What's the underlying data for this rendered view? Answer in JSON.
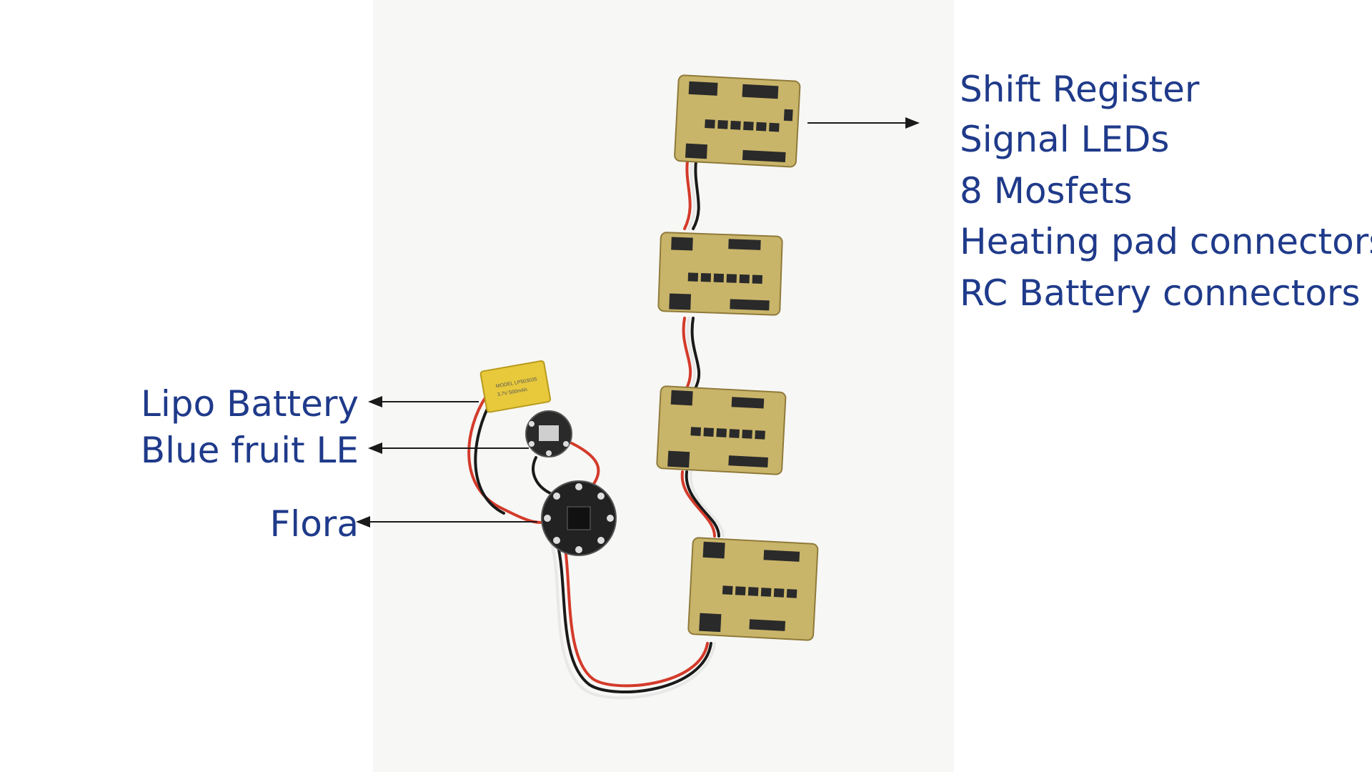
{
  "right_labels": [
    "Shift Register",
    "Signal LEDs",
    "8 Mosfets",
    "Heating pad connectors",
    "RC Battery connectors"
  ],
  "left_labels": {
    "lipo": "Lipo Battery",
    "bluefruit": "Blue fruit LE",
    "flora": "Flora"
  },
  "battery_label": {
    "line1": "MODEL LP503035",
    "line2": "3.7V 500mAh"
  },
  "colors": {
    "text": "#1f3a8a",
    "photo_bg": "#f7f7f5",
    "pcb": "#c9b56a",
    "pcb_edge": "#8f7a3a",
    "wire_red": "#d43a2a",
    "wire_black": "#1a1a1a",
    "wire_white": "#e8e8e8"
  }
}
